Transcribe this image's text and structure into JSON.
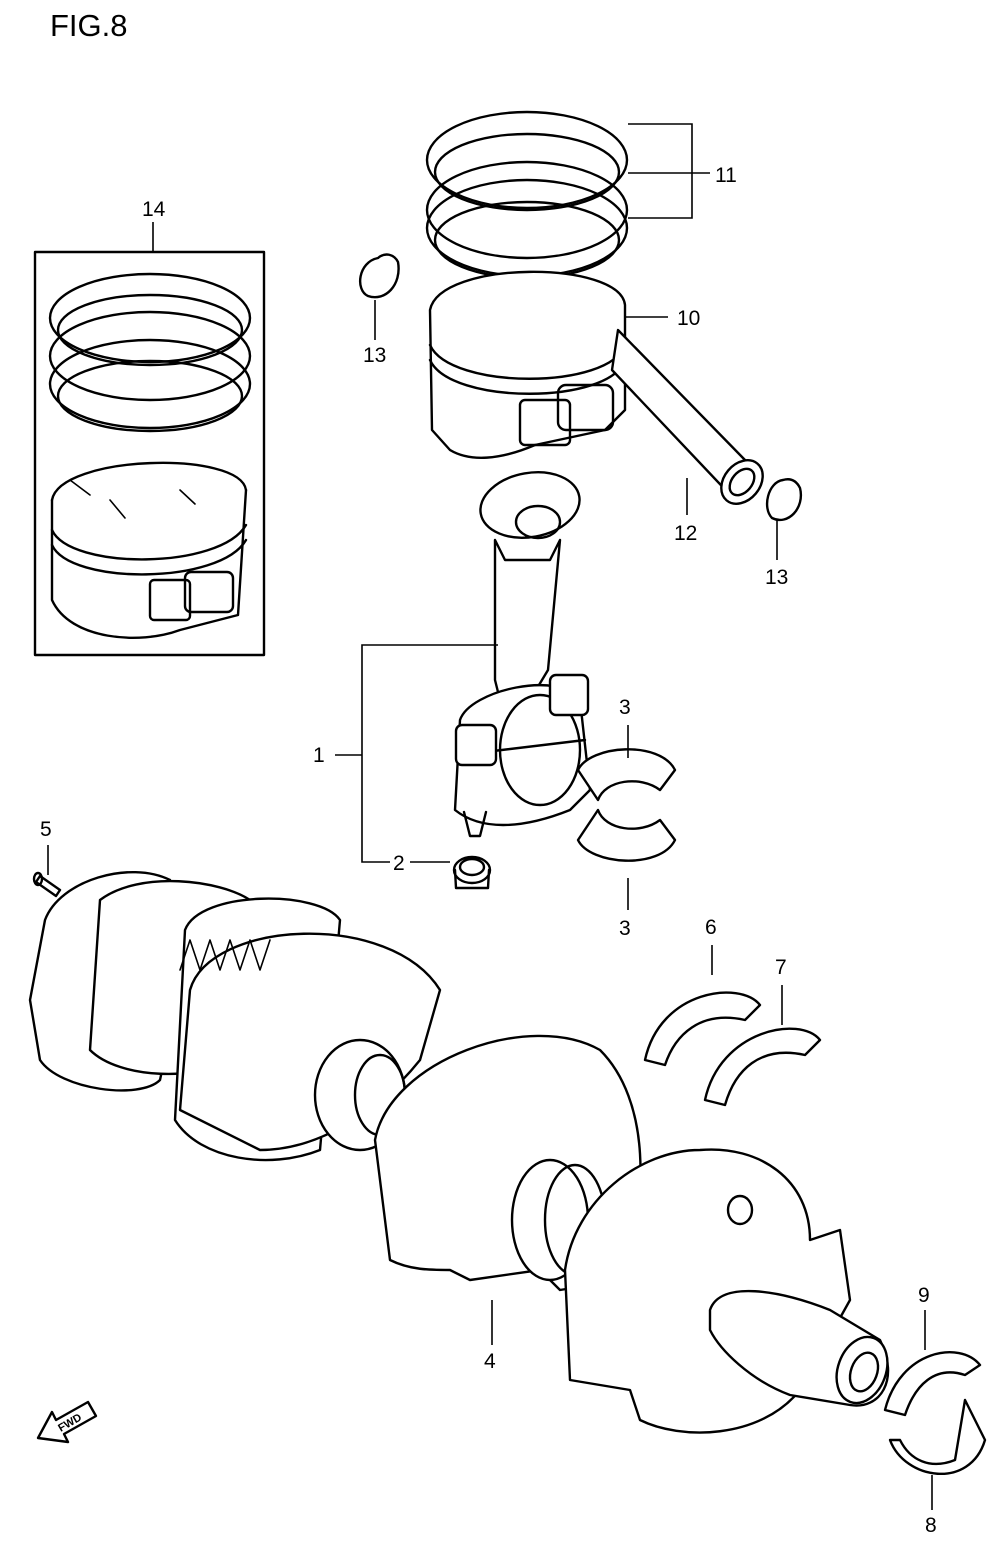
{
  "figure": {
    "title": "FIG.8"
  },
  "fwd_badge": {
    "text": "FWD"
  },
  "callouts": {
    "c1": "1",
    "c2": "2",
    "c3a": "3",
    "c3b": "3",
    "c4": "4",
    "c5": "5",
    "c6": "6",
    "c7": "7",
    "c8": "8",
    "c9": "9",
    "c10": "10",
    "c11": "11",
    "c12": "12",
    "c13a": "13",
    "c13b": "13",
    "c14": "14"
  }
}
